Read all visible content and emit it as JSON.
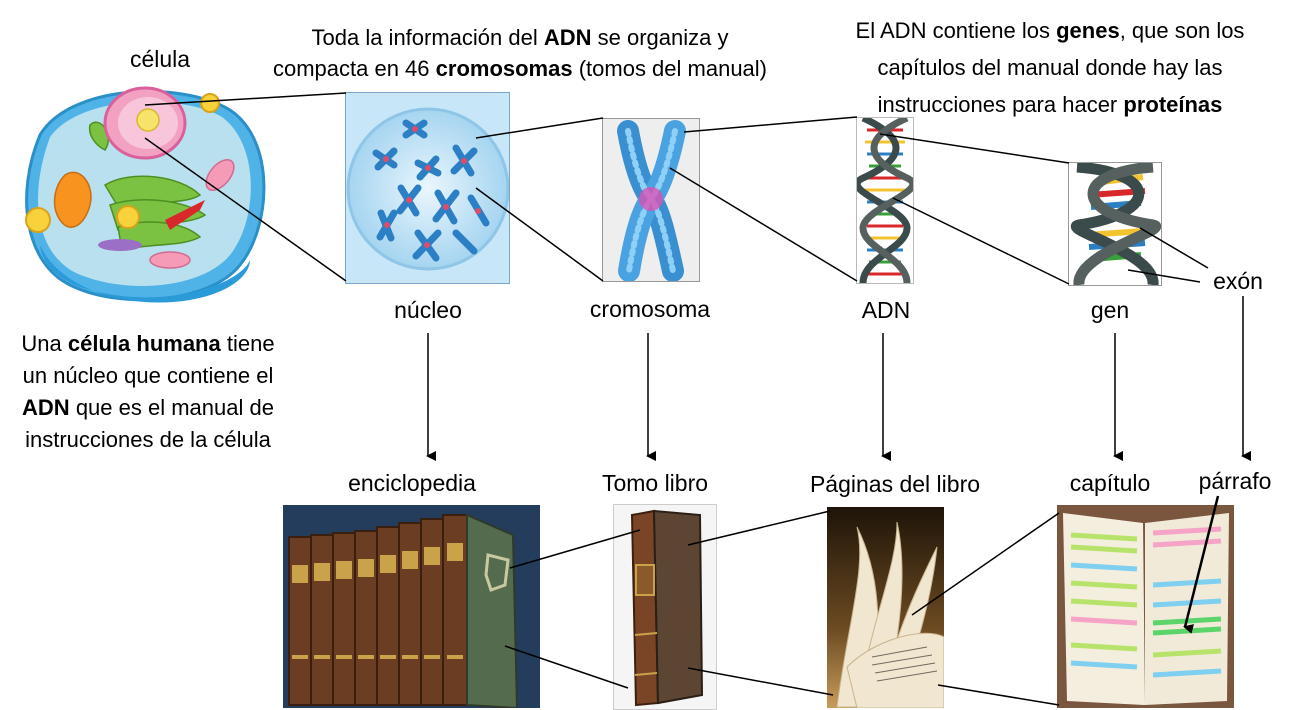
{
  "labels": {
    "celula": "célula",
    "nucleo": "núcleo",
    "cromosoma": "cromosoma",
    "adn": "ADN",
    "gen": "gen",
    "exon": "exón",
    "enciclopedia": "enciclopedia",
    "tomo": "Tomo libro",
    "paginas": "Páginas del libro",
    "capitulo": "capítulo",
    "parrafo": "párrafo"
  },
  "text_top_center": {
    "p1": "Toda la información del ",
    "b1": "ADN",
    "p2": " se organiza y",
    "p3": "compacta en 46 ",
    "b2": "cromosomas",
    "p4": " (tomos del manual)"
  },
  "text_top_right": {
    "p1": "El ADN contiene los ",
    "b1": "genes",
    "p2": ", que son los",
    "p3": "capítulos del manual donde hay las",
    "p4": "instrucciones para hacer ",
    "b2": "proteínas"
  },
  "text_left": {
    "p1": "Una ",
    "b1": "célula humana",
    "p2": " tiene",
    "p3": "un núcleo que contiene el",
    "b2": "ADN",
    "p4": " que es el manual de",
    "p5": "instrucciones de la célula"
  },
  "colors": {
    "nucleus_bg": "#bfe3f7",
    "chromosome_blue": "#3a8fd0",
    "dna_backbone": "#3b4a4a",
    "book_brown": "#6b3d22"
  }
}
